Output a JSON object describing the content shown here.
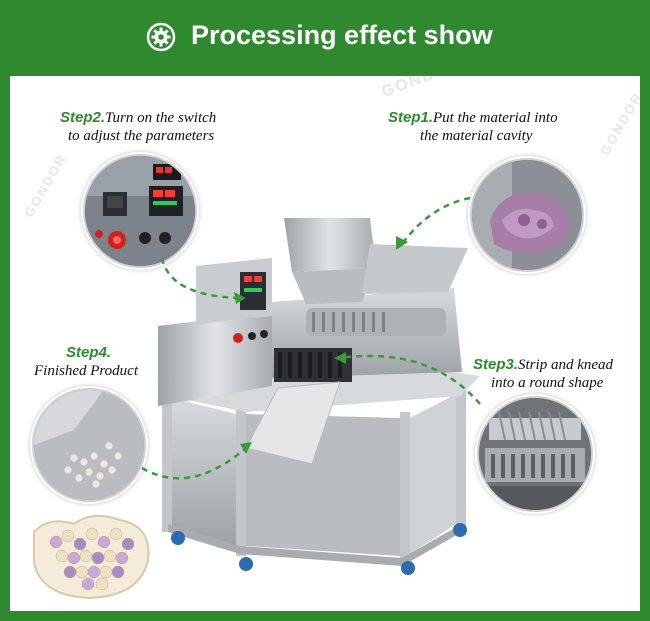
{
  "header": {
    "title": "Processing effect show",
    "icon": "gear-icon"
  },
  "steps": {
    "step1": {
      "label": "Step1.",
      "line1": "Put the material into",
      "line2": "the material cavity"
    },
    "step2": {
      "label": "Step2.",
      "line1": "Turn on the switch",
      "line2": "to adjust the parameters"
    },
    "step3": {
      "label": "Step3.",
      "line1": "Strip and knead",
      "line2": "into a round shape"
    },
    "step4": {
      "label": "Step4.",
      "line1": "Finished Product"
    }
  },
  "watermark": "GONDOR",
  "colors": {
    "brand_green": "#2f8a2f",
    "arrow_green": "#3a9a3a",
    "background": "#ffffff"
  }
}
